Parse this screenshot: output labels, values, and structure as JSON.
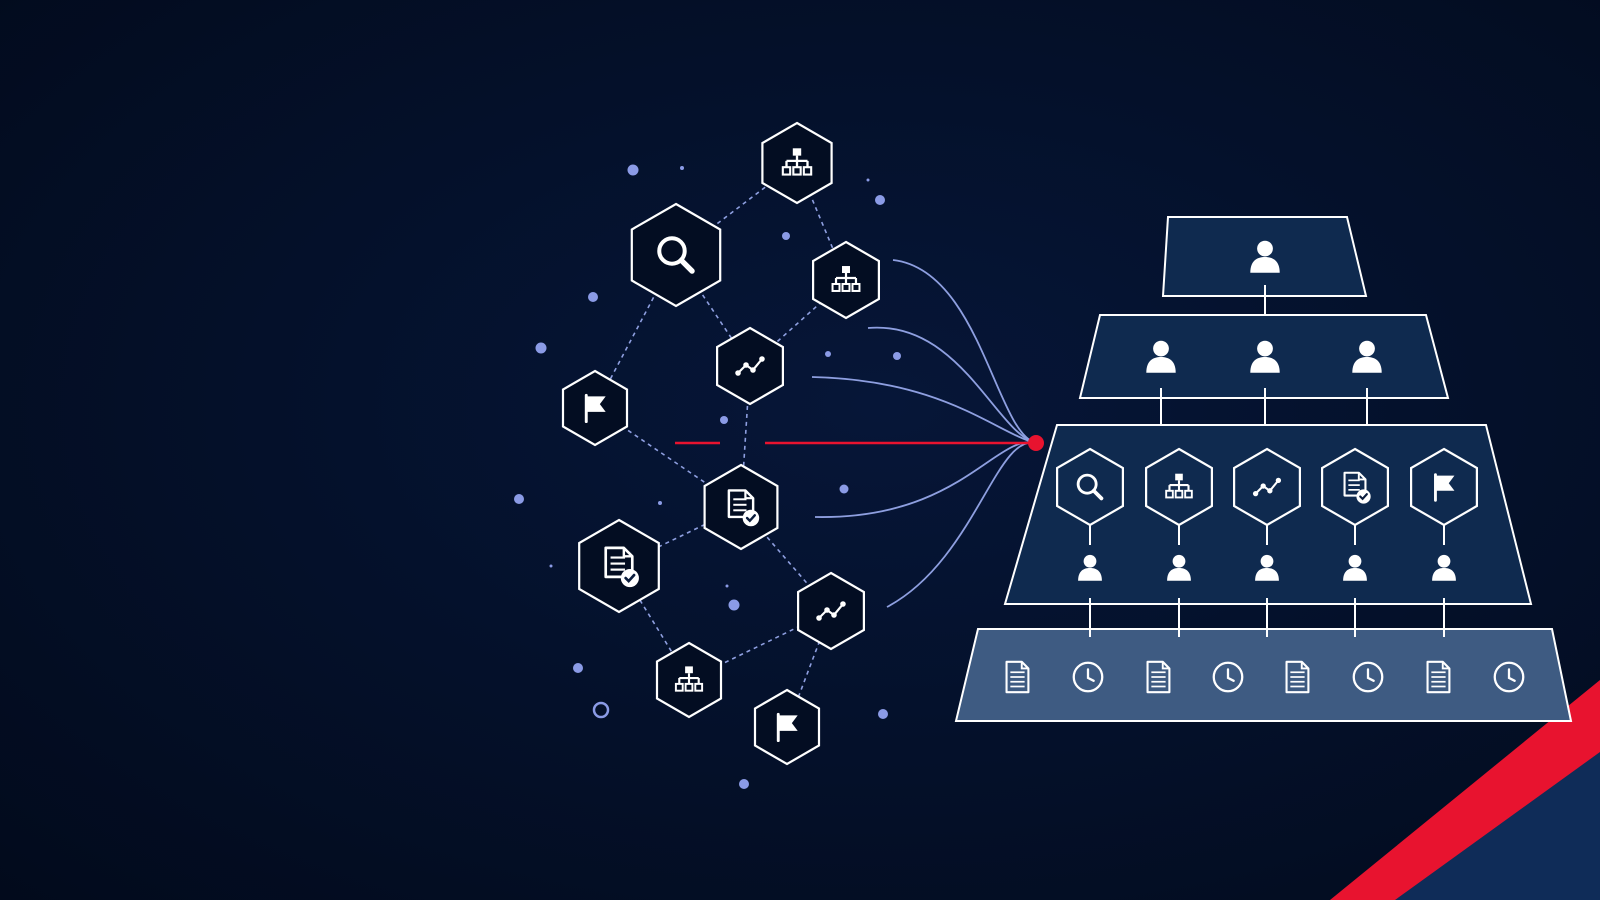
{
  "colors": {
    "background": "#030d22",
    "panel": "#0f2a4f",
    "panel_light": "#3e5b82",
    "stroke": "#ffffff",
    "link": "#8e9fe0",
    "dot": "#8b9be6",
    "accent": "#e8132f",
    "corner_navy": "#0f2c58"
  },
  "network": {
    "nodes": [
      {
        "id": "n-org-top",
        "icon": "org-chart-icon"
      },
      {
        "id": "n-search",
        "icon": "search-icon"
      },
      {
        "id": "n-org-mid",
        "icon": "org-chart-icon"
      },
      {
        "id": "n-trend-mid",
        "icon": "trend-icon"
      },
      {
        "id": "n-flag-left",
        "icon": "flag-icon"
      },
      {
        "id": "n-doc-center",
        "icon": "document-check-icon"
      },
      {
        "id": "n-doc-left",
        "icon": "document-check-icon"
      },
      {
        "id": "n-trend-low",
        "icon": "trend-icon"
      },
      {
        "id": "n-org-low",
        "icon": "org-chart-icon"
      },
      {
        "id": "n-flag-low",
        "icon": "flag-icon"
      }
    ]
  },
  "pyramid": {
    "tier1": {
      "people": 1
    },
    "tier2": {
      "people": 3
    },
    "tier3": {
      "hexagons": [
        "search-icon",
        "org-chart-icon",
        "trend-icon",
        "document-check-icon",
        "flag-icon"
      ],
      "people": 5
    },
    "tier4": {
      "items": [
        "document-icon",
        "clock-icon",
        "document-icon",
        "clock-icon",
        "document-icon",
        "clock-icon",
        "document-icon",
        "clock-icon"
      ]
    }
  }
}
